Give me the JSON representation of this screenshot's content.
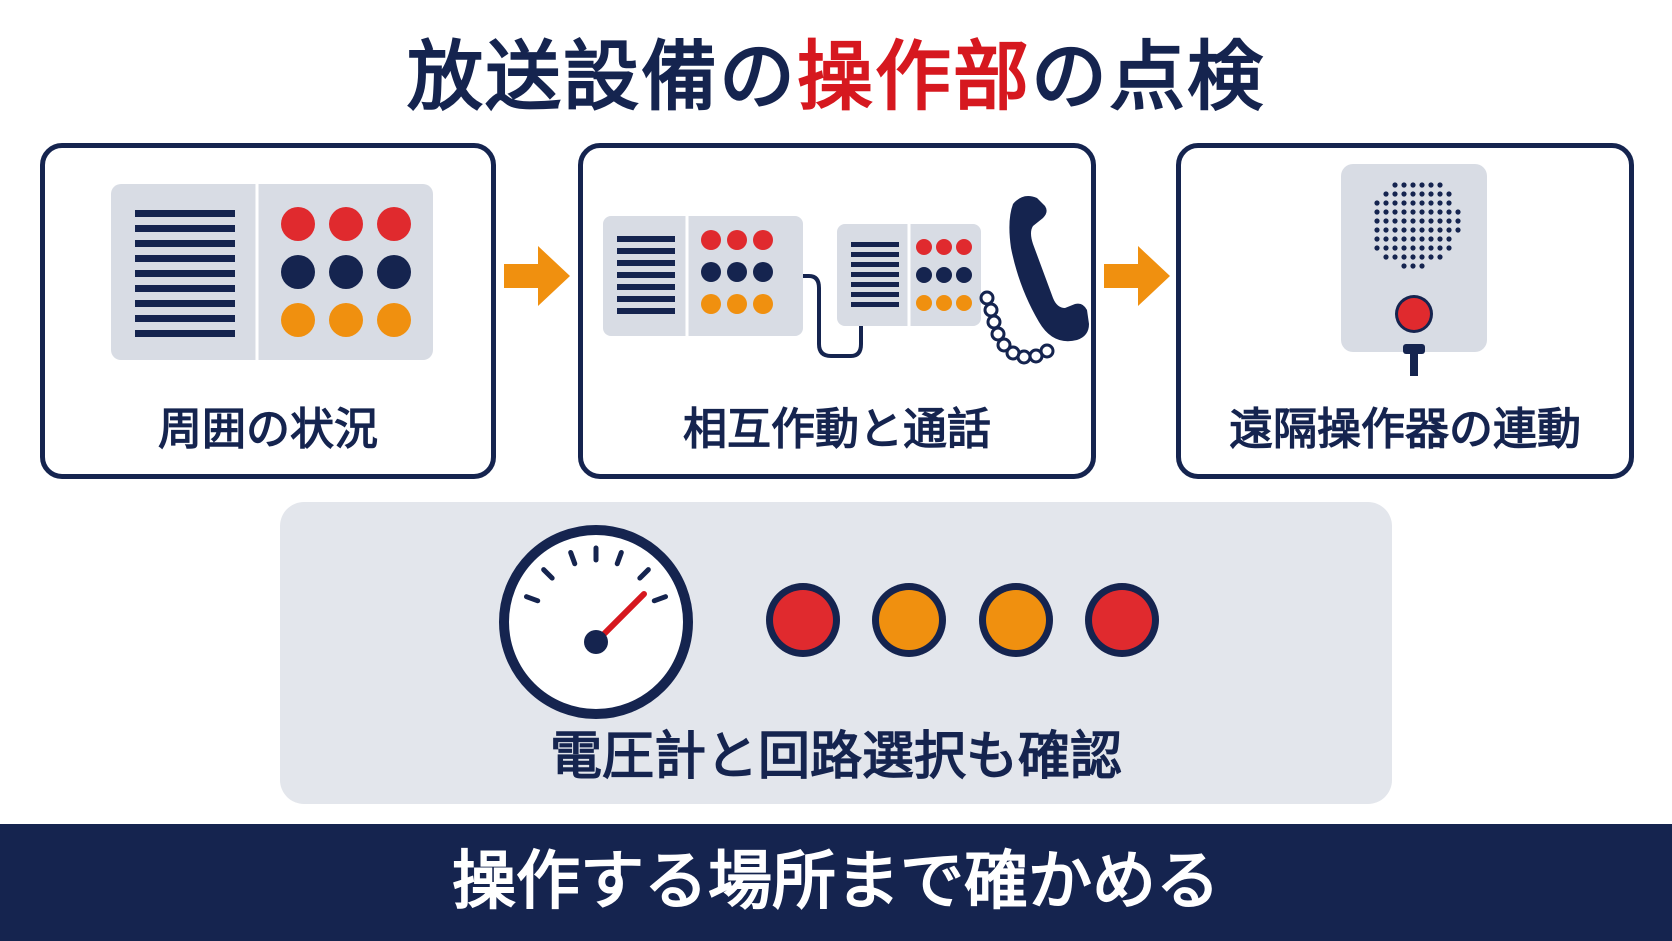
{
  "title": {
    "part1": "放送設備の",
    "highlight": "操作部",
    "part2": "の点検"
  },
  "steps": [
    {
      "label": "周囲の状況",
      "icon": "control-panel-icon"
    },
    {
      "label": "相互作動と通話",
      "icon": "interlinked-panels-telephone-icon"
    },
    {
      "label": "遠隔操作器の連動",
      "icon": "remote-speaker-unit-icon"
    }
  ],
  "check": {
    "label": "電圧計と回路選択も確認",
    "icon": "voltmeter-gauge-icon",
    "indicators": [
      "red",
      "orange",
      "orange",
      "red"
    ]
  },
  "banner": {
    "text": "操作する場所まで確かめる"
  },
  "colors": {
    "navy": "#15244f",
    "accent_red": "#d6181f",
    "orange": "#f0900f",
    "button_red": "#e02a2e",
    "panel_gray": "#d8dce4",
    "panel_light": "#e3e6ec"
  }
}
